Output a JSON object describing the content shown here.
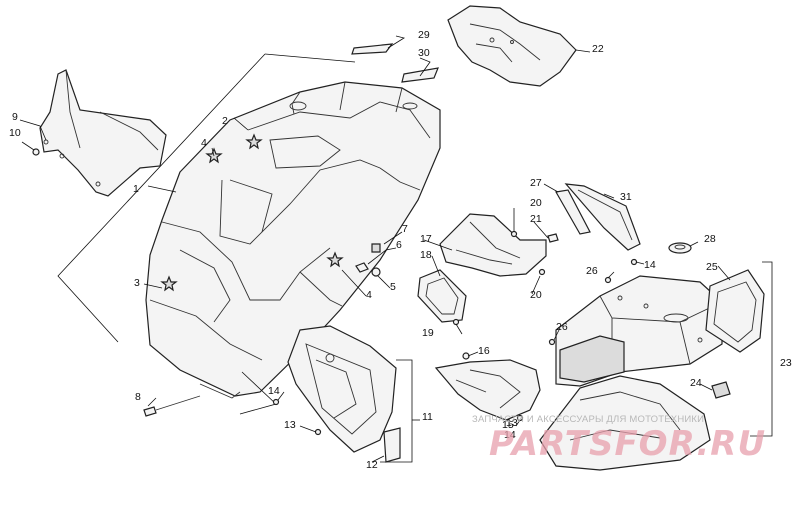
{
  "callouts": {
    "c1": "1",
    "c2": "2",
    "c3": "3",
    "c4a": "4",
    "c4b": "4",
    "c5": "5",
    "c6": "6",
    "c7": "7",
    "c8": "8",
    "c9": "9",
    "c10": "10",
    "c11": "11",
    "c12": "12",
    "c13a": "13",
    "c13b": "13",
    "c14a": "14",
    "c14b": "14",
    "c14c": "14",
    "c15": "15",
    "c16": "16",
    "c17": "17",
    "c18": "18",
    "c19": "19",
    "c20a": "20",
    "c20b": "20",
    "c21": "21",
    "c22": "22",
    "c23": "23",
    "c24": "24",
    "c25": "25",
    "c26a": "26",
    "c26b": "26",
    "c27": "27",
    "c28": "28",
    "c29": "29",
    "c30": "30",
    "c31": "31"
  },
  "watermark": {
    "tagline": "ЗАПЧАСТИ И АКСЕССУАРЫ ДЛЯ МОТОТЕХНИКИ",
    "logo": "PARTSFOR.RU"
  },
  "colors": {
    "line": "#222222",
    "part_fill": "#f4f4f4",
    "watermark": "#e8a0ad"
  }
}
